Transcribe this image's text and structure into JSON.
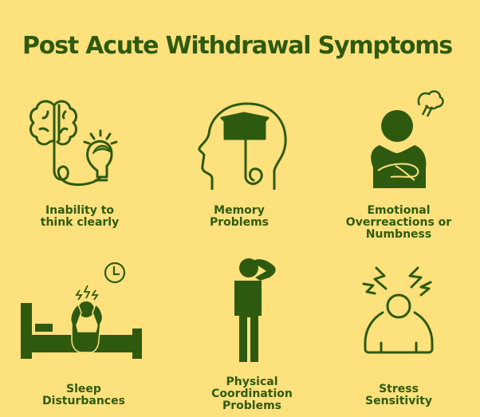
{
  "title": "Post Acute Withdrawal Symptoms",
  "colors": {
    "background": "#fde17d",
    "primary": "#2e5a0f",
    "accent_light": "#6b9a4a"
  },
  "items": [
    {
      "label_line1": "Inability to",
      "label_line2": "think clearly",
      "label_line3": "",
      "icon": "brain-lightbulb-icon"
    },
    {
      "label_line1": "Memory",
      "label_line2": "Problems",
      "label_line3": "",
      "icon": "head-box-icon"
    },
    {
      "label_line1": "Emotional",
      "label_line2": "Overreactions or",
      "label_line3": "Numbness",
      "icon": "crossed-arms-person-icon"
    },
    {
      "label_line1": "Sleep",
      "label_line2": "Disturbances",
      "label_line3": "",
      "icon": "person-bed-clock-icon"
    },
    {
      "label_line1": "Physical",
      "label_line2": "Coordination",
      "label_line3": "Problems",
      "icon": "person-scratching-head-icon"
    },
    {
      "label_line1": "Stress",
      "label_line2": "Sensitivity",
      "label_line3": "",
      "icon": "person-lightning-icon"
    }
  ]
}
